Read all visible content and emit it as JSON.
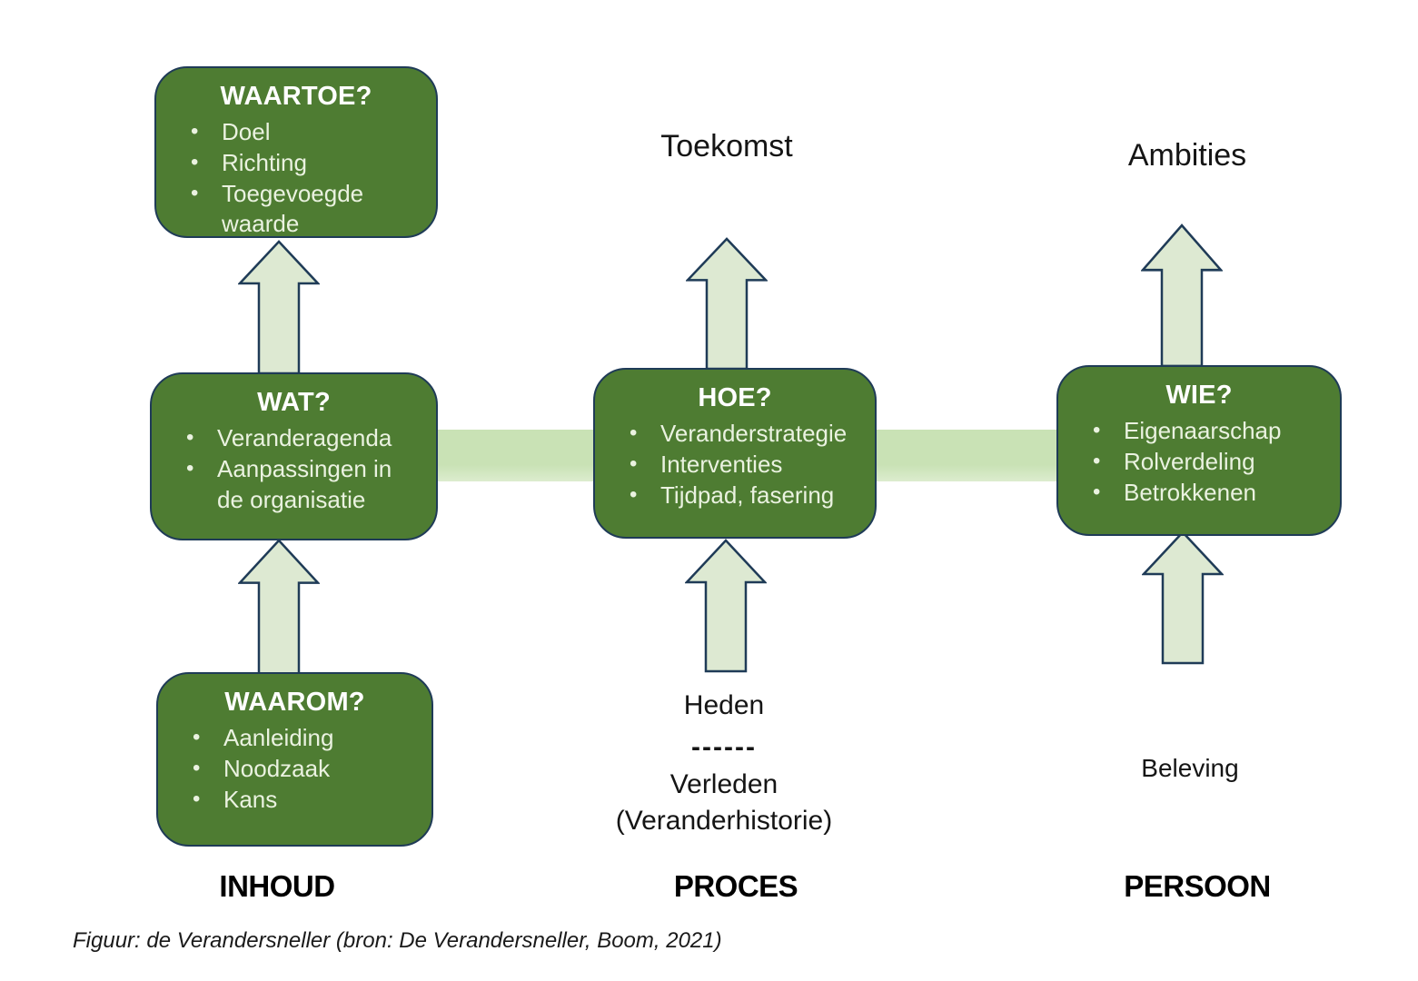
{
  "diagram": {
    "boxes": {
      "waartoe": {
        "title": "WAARTOE?",
        "bullets": [
          "Doel",
          "Richting",
          "Toegevoegde waarde"
        ]
      },
      "wat": {
        "title": "WAT?",
        "bullets": [
          "Veranderagenda",
          "Aanpassingen in de organisatie"
        ]
      },
      "hoe": {
        "title": "HOE?",
        "bullets": [
          "Veranderstrategie",
          "Interventies",
          "Tijdpad, fasering"
        ]
      },
      "wie": {
        "title": "WIE?",
        "bullets": [
          "Eigenaarschap",
          "Rolverdeling",
          "Betrokkenen"
        ]
      },
      "waarom": {
        "title": "WAAROM?",
        "bullets": [
          "Aanleiding",
          "Noodzaak",
          "Kans"
        ]
      }
    },
    "labels": {
      "toekomst": "Toekomst",
      "ambities": "Ambities",
      "heden": "Heden",
      "dashes": "------",
      "verleden": "Verleden",
      "veranderhistorie": "(Veranderhistorie)",
      "beleving": "Beleving",
      "inhoud": "INHOUD",
      "proces": "PROCES",
      "persoon": "PERSOON"
    },
    "caption": "Figuur: de Verandersneller (bron: De Verandersneller, Boom, 2021)",
    "colors": {
      "box_green": "#4e7c32",
      "outline_navy": "#1f3b57",
      "arrow_fill": "#dde9d2",
      "bar_green": "#c9e2b5",
      "title_text": "#ffffff",
      "bullet_text": "#eaf2e0"
    }
  }
}
